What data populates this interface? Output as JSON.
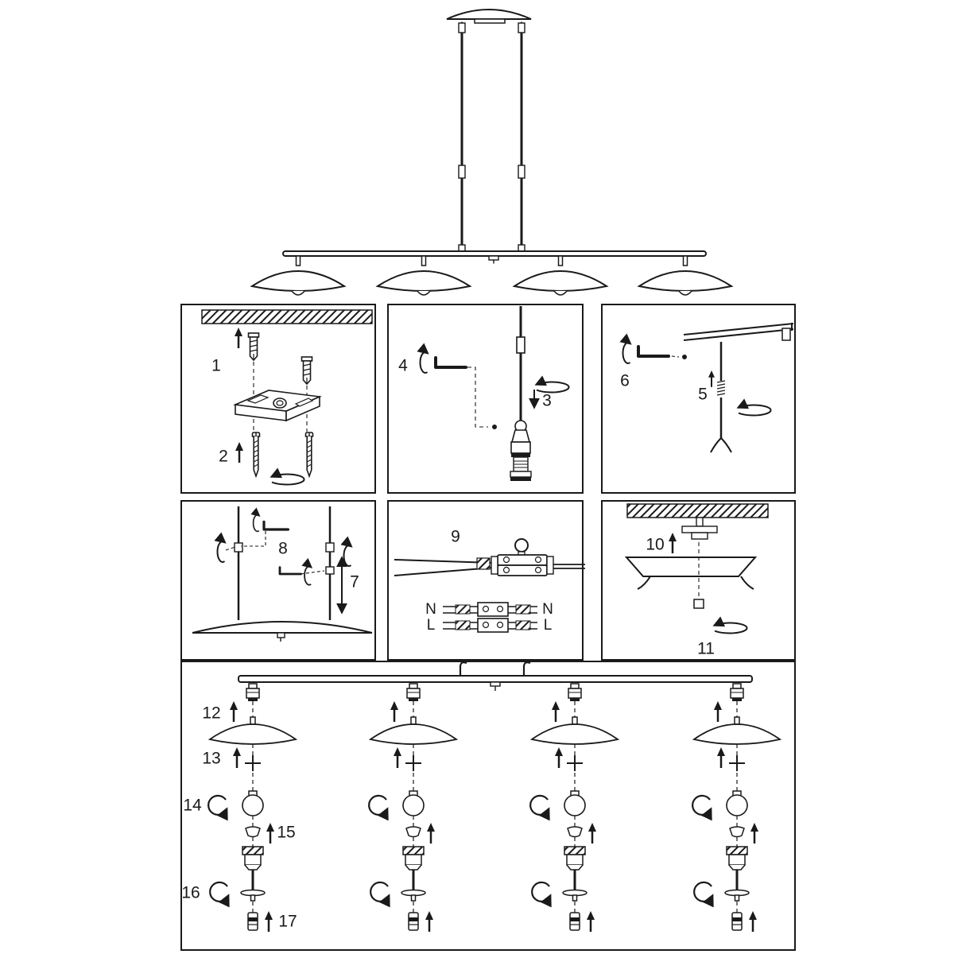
{
  "steps": {
    "1": "1",
    "2": "2",
    "3": "3",
    "4": "4",
    "5": "5",
    "6": "6",
    "7": "7",
    "8": "8",
    "9": "9",
    "10": "10",
    "11": "11",
    "12": "12",
    "13": "13",
    "14": "14",
    "15": "15",
    "16": "16",
    "17": "17"
  },
  "wiring": {
    "n_left": "N",
    "n_right": "N",
    "l_left": "L",
    "l_right": "L"
  },
  "colors": {
    "ink": "#1a1a1a",
    "background": "#ffffff"
  }
}
